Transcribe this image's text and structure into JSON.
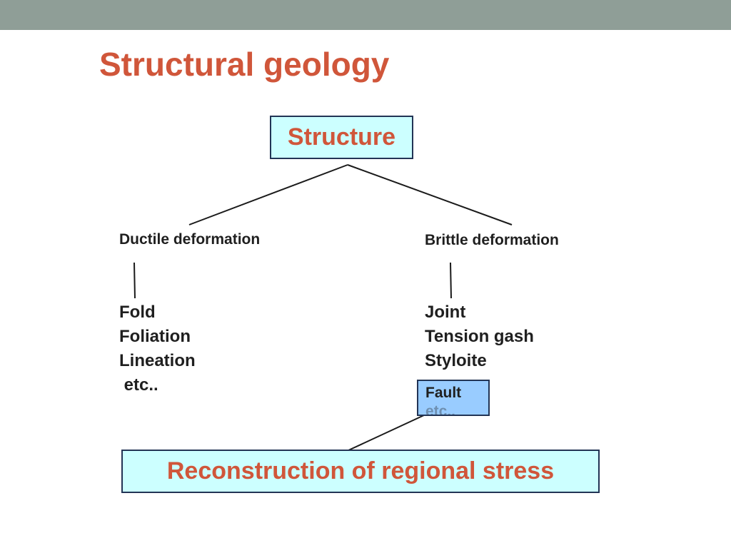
{
  "slide": {
    "title": "Structural geology"
  },
  "diagram": {
    "root": "Structure",
    "branches": [
      {
        "label": "Ductile deformation",
        "items": [
          "Fold",
          "Foliation",
          "Lineation",
          " etc.."
        ]
      },
      {
        "label": "Brittle deformation",
        "items": [
          "Joint",
          "Tension gash",
          "Styloite"
        ],
        "highlight": "Fault",
        "partially_hidden_item": "etc.."
      }
    ],
    "outcome": "Reconstruction of regional stress"
  },
  "colors": {
    "header_bar": "#8f9e97",
    "title_text": "#d0563a",
    "box_fill": "#ccffff",
    "fault_fill": "#99ccff",
    "box_border": "#223455"
  }
}
